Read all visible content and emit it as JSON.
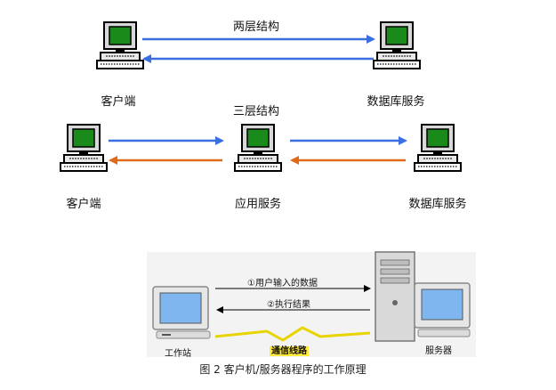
{
  "top": {
    "title": "两层结构",
    "client_label": "客户端",
    "db_label": "数据库服务"
  },
  "middle": {
    "title": "三层结构",
    "client_label": "客户端",
    "app_label": "应用服务",
    "db_label": "数据库服务"
  },
  "bottom": {
    "request_label": "①用户输入的数据",
    "result_label": "②执行结果",
    "line_label": "通信线路",
    "workstation_label": "工作站",
    "server_label": "服务器",
    "caption": "图 2  客户机/服务器程序的工作原理"
  },
  "colors": {
    "forward_arrow": "#3b6fe0",
    "return_arrow": "#e06a1a",
    "screen": "#1a8a1a",
    "highlight": "#ffea3a"
  }
}
